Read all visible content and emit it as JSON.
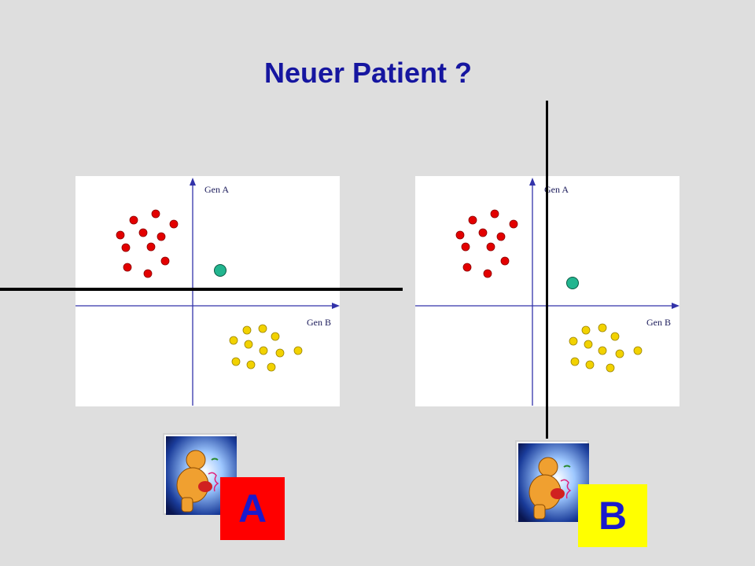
{
  "title": "Neuer Patient ?",
  "panels": [
    {
      "id": "A",
      "axis_y_label": "Gen A",
      "axis_x_label": "Gen B",
      "separator": "horizontal",
      "label": "A",
      "label_color": "#ff0000"
    },
    {
      "id": "B",
      "axis_y_label": "Gen A",
      "axis_x_label": "Gen B",
      "separator": "vertical",
      "label": "B",
      "label_color": "#ffff00"
    }
  ],
  "colors": {
    "group1": "#e30000",
    "group2": "#f2d200",
    "new_patient": "#22b58f",
    "axis": "#3333aa"
  },
  "icons": [
    "patient-icon"
  ]
}
